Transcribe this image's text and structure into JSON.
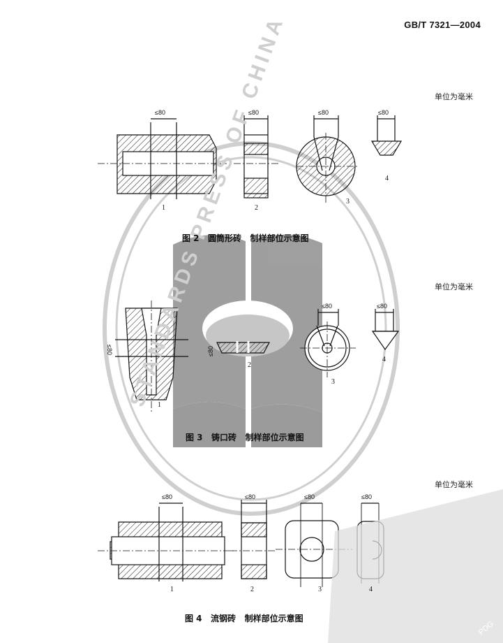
{
  "header": {
    "standard_code": "GB/T 7321—2004"
  },
  "units_note": "单位为毫米",
  "dimension_label": "≤80",
  "figures": [
    {
      "caption": "图 2   圆筒形砖   制样部位示意图",
      "parts": [
        "1",
        "2",
        "3",
        "4"
      ]
    },
    {
      "caption": "图 3   铸口砖   制样部位示意图",
      "parts": [
        "1",
        "2",
        "3",
        "4"
      ]
    },
    {
      "caption": "图 4   流钢砖   制样部位示意图",
      "parts": [
        "1",
        "2",
        "3",
        "4"
      ]
    }
  ],
  "watermarks": {
    "seal_text": "STANDARDS PRESS OF CHINA",
    "corner_text": "PDG"
  },
  "colors": {
    "ink": "#111111",
    "seal": "#c8c8c8",
    "overlay": "#8a8a8a"
  }
}
